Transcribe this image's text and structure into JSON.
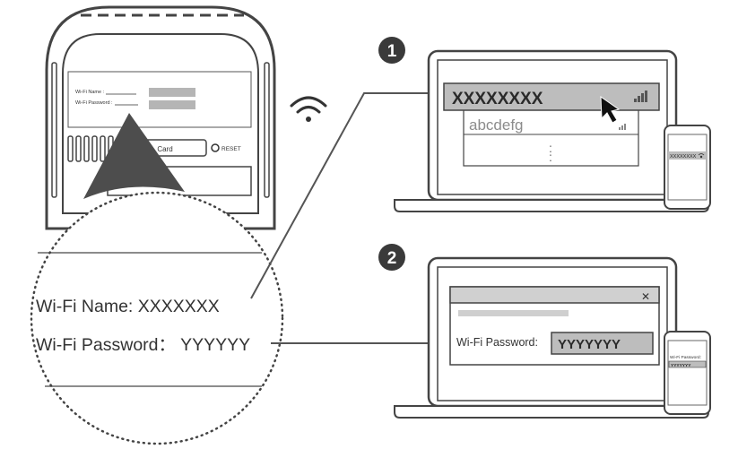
{
  "router": {
    "label_wifi_name": "Wi-Fi Name :",
    "label_wifi_password": "Wi-Fi Password :",
    "card_label": "Card",
    "reset_label": "RESET"
  },
  "magnifier": {
    "wifi_name_line": "Wi-Fi Name: XXXXXXX",
    "wifi_password_line": "Wi-Fi Password： YYYYYY"
  },
  "step1": {
    "badge": "1",
    "laptop": {
      "selected_network": "XXXXXXXX",
      "other_network": "abcdefg",
      "more_indicator": ":"
    },
    "phone": {
      "network": "XXXXXXXX"
    }
  },
  "step2": {
    "badge": "2",
    "laptop": {
      "close_glyph": "✕",
      "password_label": "Wi-Fi Password:",
      "password_value": "YYYYYYY"
    },
    "phone": {
      "password_label": "Wi-Fi Password:",
      "password_value": "YYYYYYY"
    }
  },
  "colors": {
    "line": "#444444",
    "highlight": "#bdbdbd",
    "badge": "#3a3a3a",
    "muted": "#8c8c8c"
  }
}
